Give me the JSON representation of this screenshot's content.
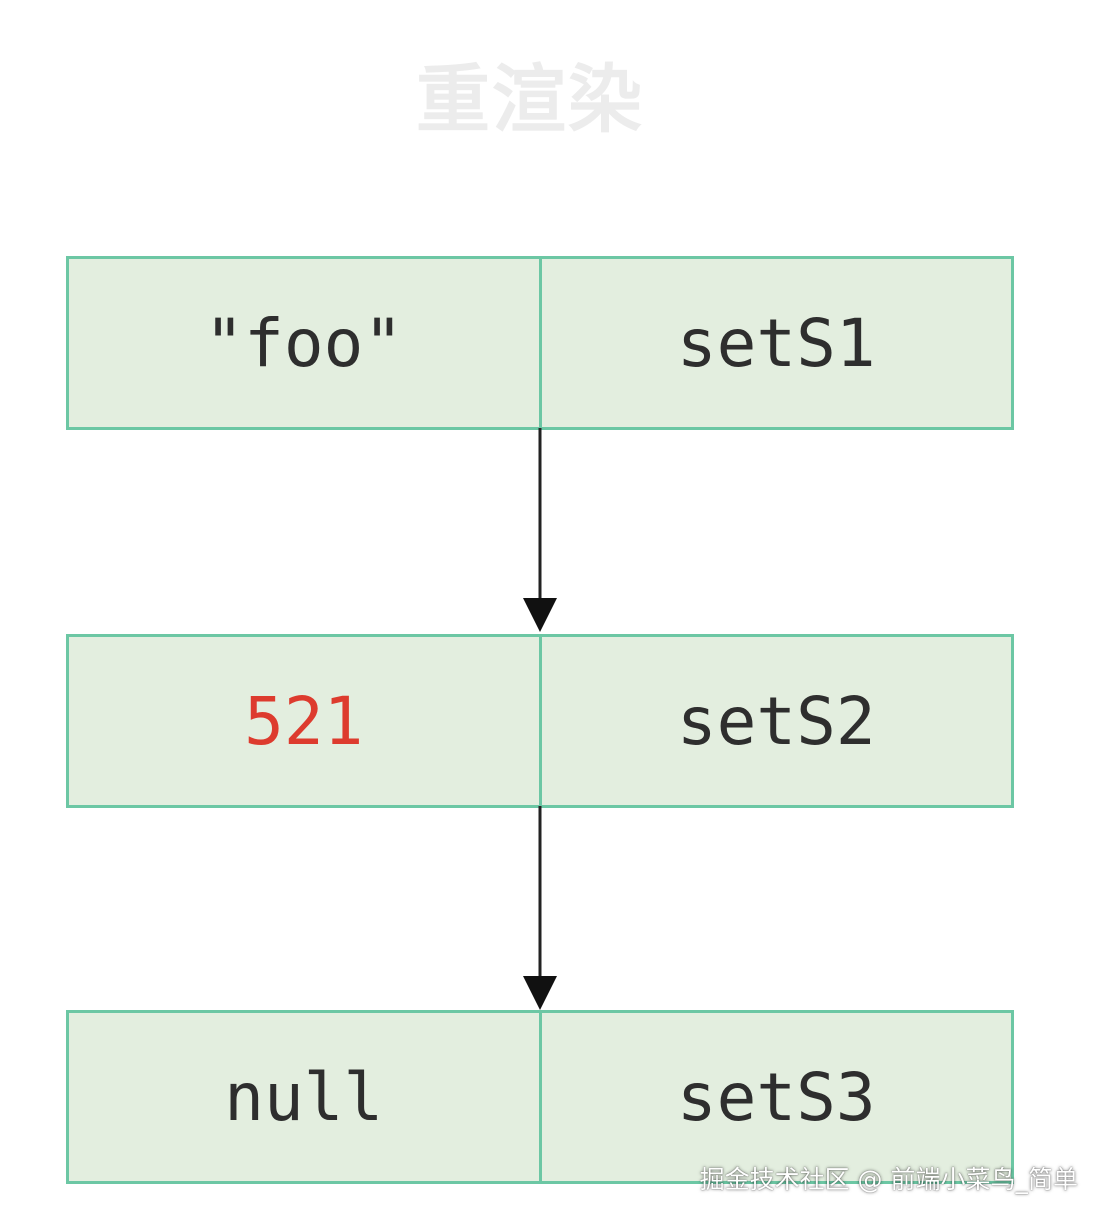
{
  "title": "重渲染",
  "nodes": [
    {
      "value": "\"foo\"",
      "setter": "setS1",
      "value_color": "#2e2e2e"
    },
    {
      "value": "521",
      "setter": "setS2",
      "value_color": "#dd3b2e"
    },
    {
      "value": "null",
      "setter": "setS3",
      "value_color": "#2e2e2e"
    }
  ],
  "colors": {
    "node_fill": "#e3eedf",
    "node_border": "#6cc7a4",
    "arrow": "#222222",
    "highlight": "#dd3b2e"
  },
  "watermark": "掘金技术社区 @ 前端小菜鸟_简单"
}
